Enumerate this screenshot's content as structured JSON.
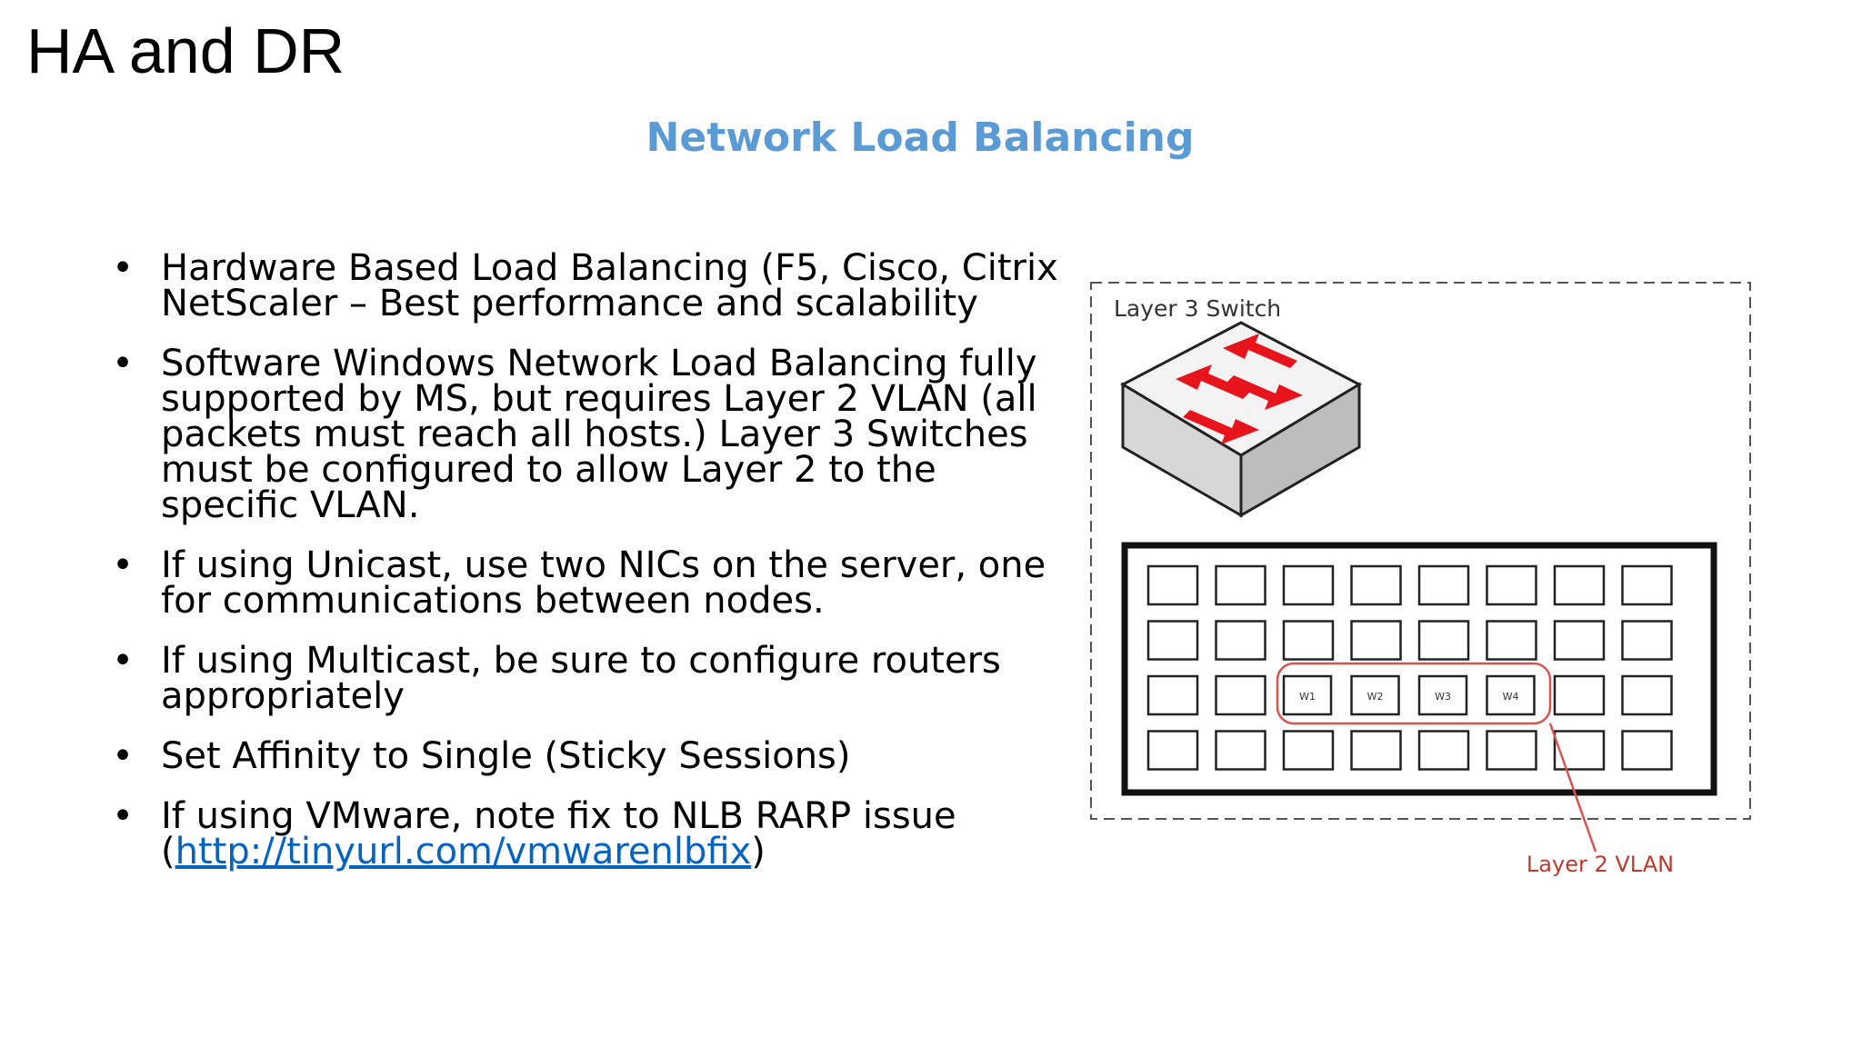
{
  "slide": {
    "title": "HA and DR",
    "subtitle": "Network Load Balancing"
  },
  "bullets": [
    {
      "text": "Hardware Based Load Balancing (F5, Cisco, Citrix NetScaler – Best performance and scalability"
    },
    {
      "text": "Software Windows Network Load Balancing fully supported by MS, but requires Layer 2 VLAN (all packets must reach all hosts.)  Layer 3 Switches must be configured to allow Layer 2 to the specific VLAN."
    },
    {
      "text": "If using Unicast, use two NICs on the server, one for communications between nodes."
    },
    {
      "text": "If using Multicast, be sure to configure routers appropriately"
    },
    {
      "text": "Set Affinity to Single (Sticky Sessions)"
    },
    {
      "text_before": "If using VMware, note fix to NLB RARP issue (",
      "link": "http://tinyurl.com/vmwarenlbfix",
      "text_after": ")"
    }
  ],
  "diagram": {
    "switch_label": "Layer 3 Switch",
    "vlan_label": "Layer 2 VLAN",
    "vlan_ports": [
      "W1",
      "W2",
      "W3",
      "W4"
    ],
    "colors": {
      "arrow_red": "#e8141c",
      "vlan_red": "#d9534f",
      "label_red": "#c0392b",
      "subtitle_blue": "#5b9bd5",
      "link_blue": "#0563c1"
    }
  }
}
